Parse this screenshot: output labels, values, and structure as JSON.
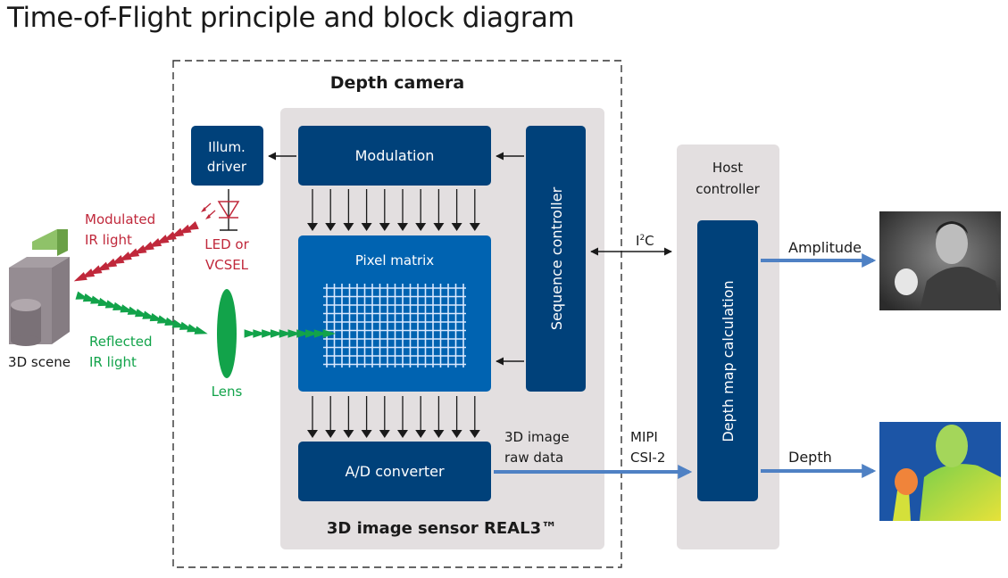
{
  "title": "Time-of-Flight principle and block diagram",
  "depth_camera": {
    "label": "Depth camera"
  },
  "sensor": {
    "label": "3D image sensor REAL3™",
    "modulation": "Modulation",
    "pixel_matrix": "Pixel matrix",
    "ad_converter": "A/D converter",
    "sequence_controller": "Sequence controller"
  },
  "illum_driver": {
    "line1": "Illum.",
    "line2": "driver"
  },
  "emitter": {
    "line1": "LED or",
    "line2": "VCSEL"
  },
  "lens": {
    "label": "Lens"
  },
  "scene": {
    "label": "3D scene"
  },
  "light": {
    "modulated_line1": "Modulated",
    "modulated_line2": "IR light",
    "reflected_line1": "Reflected",
    "reflected_line2": "IR light"
  },
  "interfaces": {
    "i2c_base": "I",
    "i2c_sup": "2",
    "i2c_tail": "C",
    "raw_line1": "3D image",
    "raw_line2": "raw data",
    "mipi_line1": "MIPI",
    "mipi_line2": "CSI-2"
  },
  "host": {
    "line1": "Host",
    "line2": "controller",
    "depth_map": "Depth map calculation"
  },
  "outputs": {
    "amplitude": "Amplitude",
    "depth": "Depth"
  },
  "colors": {
    "dark_blue": "#00417a",
    "mid_blue": "#0063b1",
    "panel_gray": "#e3dfe0",
    "red": "#c0283b",
    "green": "#12a34a",
    "arrow_blue": "#4f81c4"
  }
}
